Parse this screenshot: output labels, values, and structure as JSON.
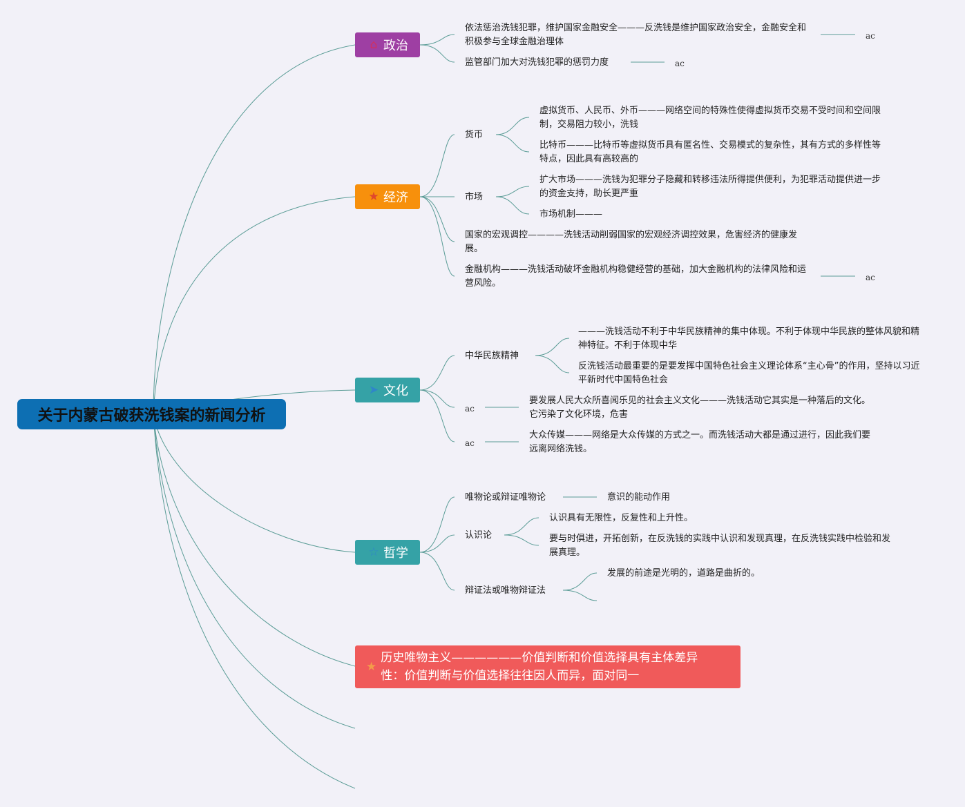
{
  "root": {
    "title": "关于内蒙古破获洗钱案的新闻分析"
  },
  "branches": {
    "politics": {
      "label": "政治",
      "icon": "home-icon",
      "color": "#9e3fa3",
      "items": [
        {
          "text": "依法惩治洗钱犯罪，维护国家金融安全———反洗钱是维护国家政治安全，金融安全和积极参与全球金融治理体",
          "child": "ac"
        },
        {
          "text": "监管部门加大对洗钱犯罪的惩罚力度",
          "child": "ac"
        }
      ]
    },
    "economy": {
      "label": "经济",
      "icon": "star-icon",
      "color": "#f7900c",
      "groups": [
        {
          "label": "货币",
          "children": [
            "虚拟货币、人民币、外币———网络空间的特殊性使得虚拟货币交易不受时间和空间限制，交易阻力较小，洗钱",
            "比特币———比特币等虚拟货币具有匿名性、交易模式的复杂性，其有方式的多样性等特点，因此具有高较高的"
          ]
        },
        {
          "label": "市场",
          "children": [
            "扩大市场———洗钱为犯罪分子隐藏和转移违法所得提供便利，为犯罪活动提供进一步的资金支持，助长更严重",
            "市场机制———"
          ]
        }
      ],
      "items": [
        {
          "text": "国家的宏观调控————洗钱活动削弱国家的宏观经济调控效果，危害经济的健康发展。"
        },
        {
          "text": "金融机构———洗钱活动破坏金融机构稳健经营的基础，加大金融机构的法律风险和运营风险。",
          "child": "ac"
        }
      ]
    },
    "culture": {
      "label": "文化",
      "icon": "send-icon",
      "color": "#35a2a6",
      "groups": [
        {
          "label": "中华民族精神",
          "children": [
            "———洗钱活动不利于中华民族精神的集中体现。不利于体现中华民族的整体风貌和精神特征。不利于体现中华",
            "反洗钱活动最重要的是要发挥中国特色社会主义理论体系“主心骨”的作用，坚持以习近平新时代中国特色社会"
          ]
        }
      ],
      "items": [
        {
          "label": "ac",
          "text": "要发展人民大众所喜闻乐见的社会主义文化———洗钱活动它其实是一种落后的文化。它污染了文化环境，危害"
        },
        {
          "label": "ac",
          "text": "大众传媒———网络是大众传媒的方式之一。而洗钱活动大都是通过进行，因此我们要远离网络洗钱。"
        }
      ]
    },
    "philosophy": {
      "label": "哲学",
      "icon": "star-outline-icon",
      "color": "#35a2a6",
      "items": [
        {
          "label": "唯物论或辩证唯物论",
          "child": "意识的能动作用"
        },
        {
          "label": "认识论",
          "children": [
            "认识具有无限性，反复性和上升性。",
            "要与时俱进，开拓创新，在反洗钱的实践中认识和发现真理，在反洗钱实践中检验和发展真理。"
          ]
        },
        {
          "label": "辩证法或唯物辩证法",
          "children": [
            "发展的前途是光明的，道路是曲折的。",
            ""
          ]
        }
      ]
    },
    "history": {
      "icon": "star-icon",
      "color": "#f05a5a",
      "text": "历史唯物主义——————价值判断和价值选择具有主体差异性：价值判断与价值选择往往因人而异，面对同一"
    }
  },
  "colors": {
    "background": "#f2f1f8",
    "line": "#5a9c96",
    "root": "#0d6fb3"
  }
}
